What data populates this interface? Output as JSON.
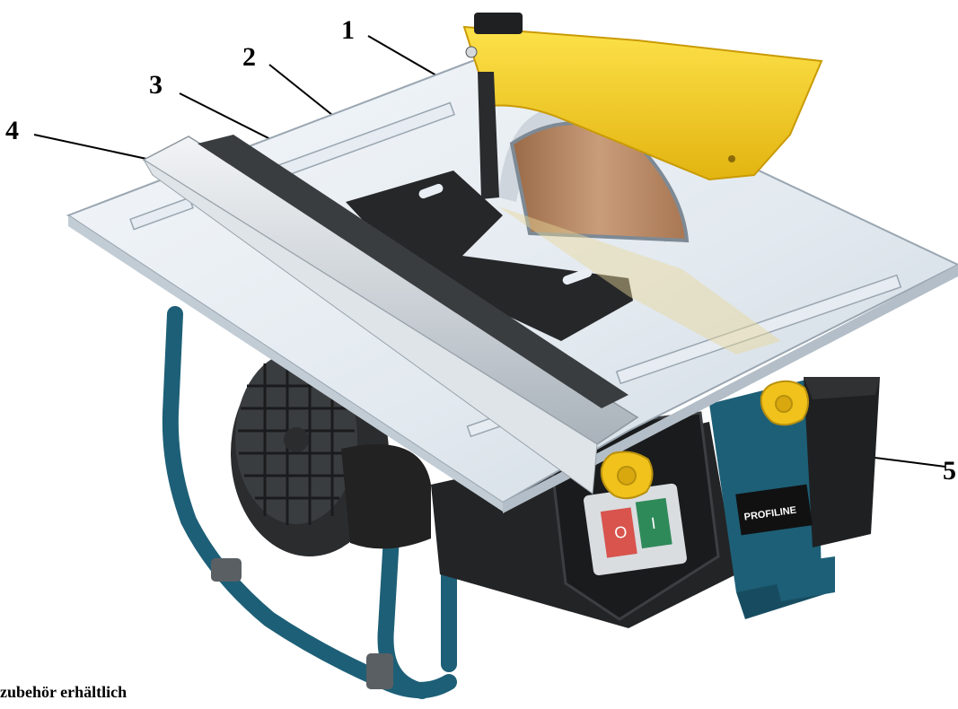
{
  "callouts": [
    {
      "id": "1",
      "label": "1"
    },
    {
      "id": "2",
      "label": "2"
    },
    {
      "id": "3",
      "label": "3"
    },
    {
      "id": "4",
      "label": "4"
    },
    {
      "id": "5",
      "label": "5"
    }
  ],
  "caption": "zubehör erhältlich",
  "brand": {
    "logo_text": "PROFILINE"
  },
  "colors": {
    "guard": "#f2cc1e",
    "table": "#e8eef4",
    "frame": "#1d5f77",
    "housing": "#222222",
    "knob": "#f0c21b",
    "blade": "#b98c6a"
  }
}
